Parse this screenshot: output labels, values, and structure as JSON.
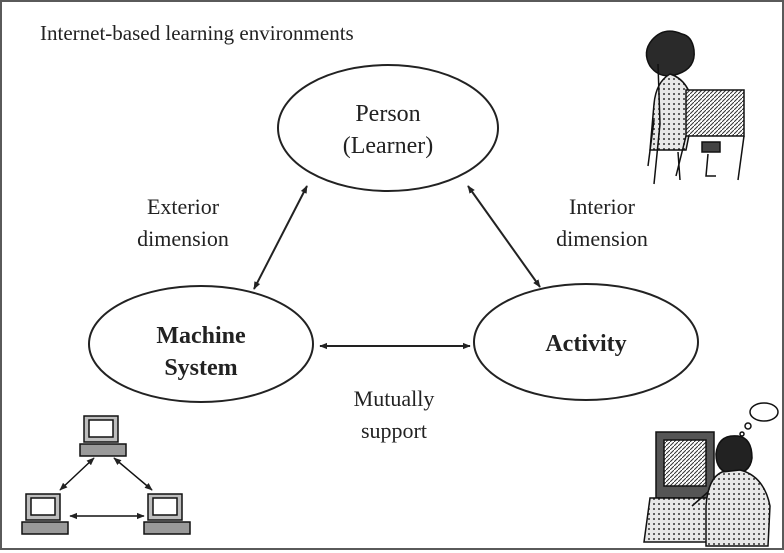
{
  "diagram": {
    "caption": "Internet-based learning environments",
    "nodes": {
      "person": {
        "line1": "Person",
        "line2": "(Learner)"
      },
      "machine": {
        "line1": "Machine",
        "line2": "System"
      },
      "activity": {
        "label": "Activity"
      }
    },
    "edges": {
      "exterior": {
        "line1": "Exterior",
        "line2": "dimension"
      },
      "interior": {
        "line1": "Interior",
        "line2": "dimension"
      },
      "mutual": {
        "line1": "Mutually",
        "line2": "support"
      }
    },
    "illustrations": {
      "top_right": "person-at-desk-icon",
      "bottom_left": "networked-computers-icon",
      "bottom_right": "person-at-computer-icon"
    },
    "colors": {
      "ink": "#222222",
      "frame": "#5a5a5a",
      "background": "#ffffff"
    }
  }
}
